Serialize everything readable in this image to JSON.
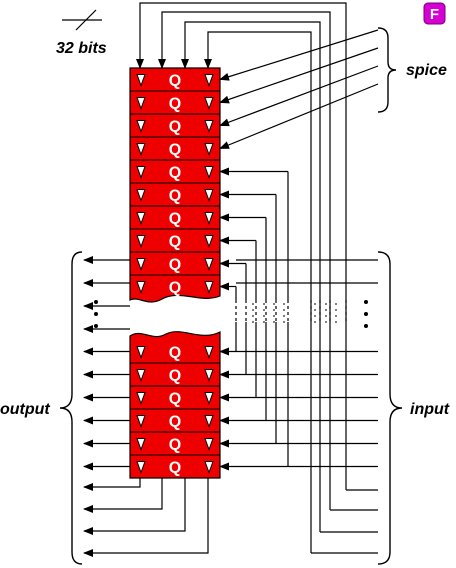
{
  "labels": {
    "width": "32 bits",
    "spice": "spice",
    "output": "output",
    "input": "input",
    "badge": "F"
  },
  "register": {
    "cell_label": "Q",
    "top_rows": 10,
    "bottom_rows": 6,
    "total_rows": 16
  },
  "colors": {
    "register_fill": "#ee0000",
    "cell_text": "#ffffff",
    "badge_fill": "#d400d4",
    "line": "#000000"
  }
}
